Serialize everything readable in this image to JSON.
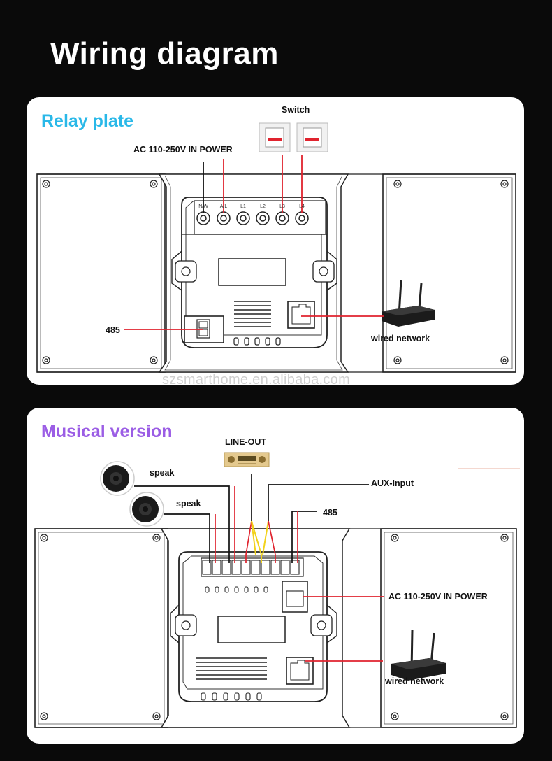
{
  "page": {
    "title": "Wiring diagram"
  },
  "relay": {
    "title": "Relay plate",
    "title_color": "#29b8e8",
    "labels": {
      "switch": "Switch",
      "power": "AC 110-250V  IN POWER",
      "rs485": "485",
      "network": "wired network"
    },
    "terminal_marks": [
      "N/W",
      "A/L",
      "L1",
      "L2",
      "L3",
      "L4"
    ]
  },
  "watermark": "szsmarthome.en.alibaba.com",
  "musical": {
    "title": "Musical version",
    "title_color": "#9b5de5",
    "labels": {
      "line_out": "LINE-OUT",
      "speak1": "speak",
      "speak2": "speak",
      "aux": "AUX-Input",
      "rs485": "485",
      "power": "AC 110-250V  IN POWER",
      "network": "wired network"
    }
  },
  "colors": {
    "wire_red": "#e0232e",
    "wire_black": "#111111",
    "wire_yellow": "#f2d21a"
  }
}
